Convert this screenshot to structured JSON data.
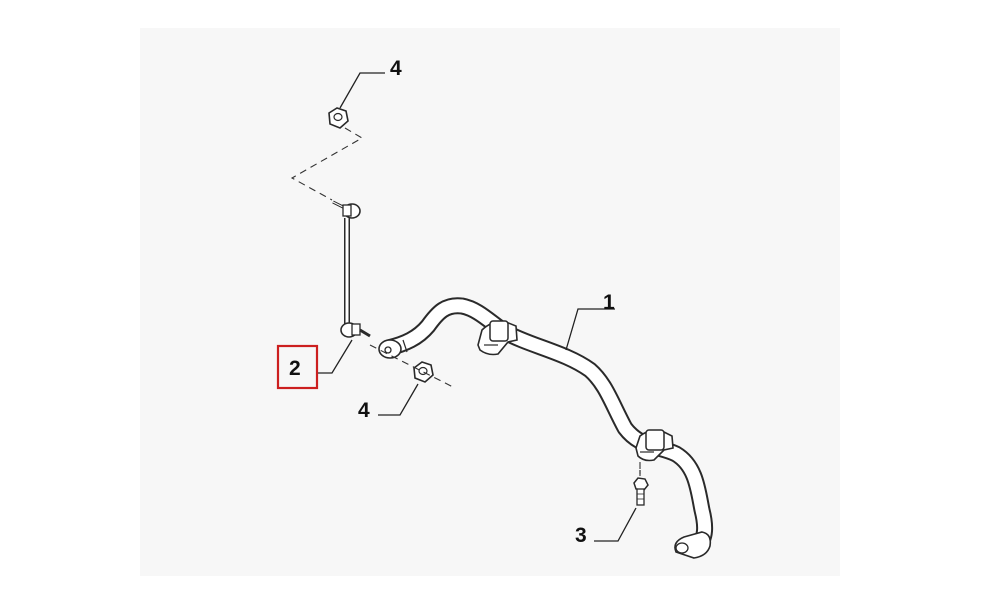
{
  "diagram": {
    "callouts": [
      {
        "id": "c1",
        "label": "1",
        "part": "stabilizer-bar"
      },
      {
        "id": "c2",
        "label": "2",
        "part": "stabilizer-link",
        "highlighted": true
      },
      {
        "id": "c3",
        "label": "3",
        "part": "bolt"
      },
      {
        "id": "c4a",
        "label": "4",
        "part": "nut-upper"
      },
      {
        "id": "c4b",
        "label": "4",
        "part": "nut-lower"
      }
    ],
    "colors": {
      "line": "#2a2a2a",
      "highlight": "#cc1f1f",
      "background_panel": "#f6f6f6"
    }
  }
}
